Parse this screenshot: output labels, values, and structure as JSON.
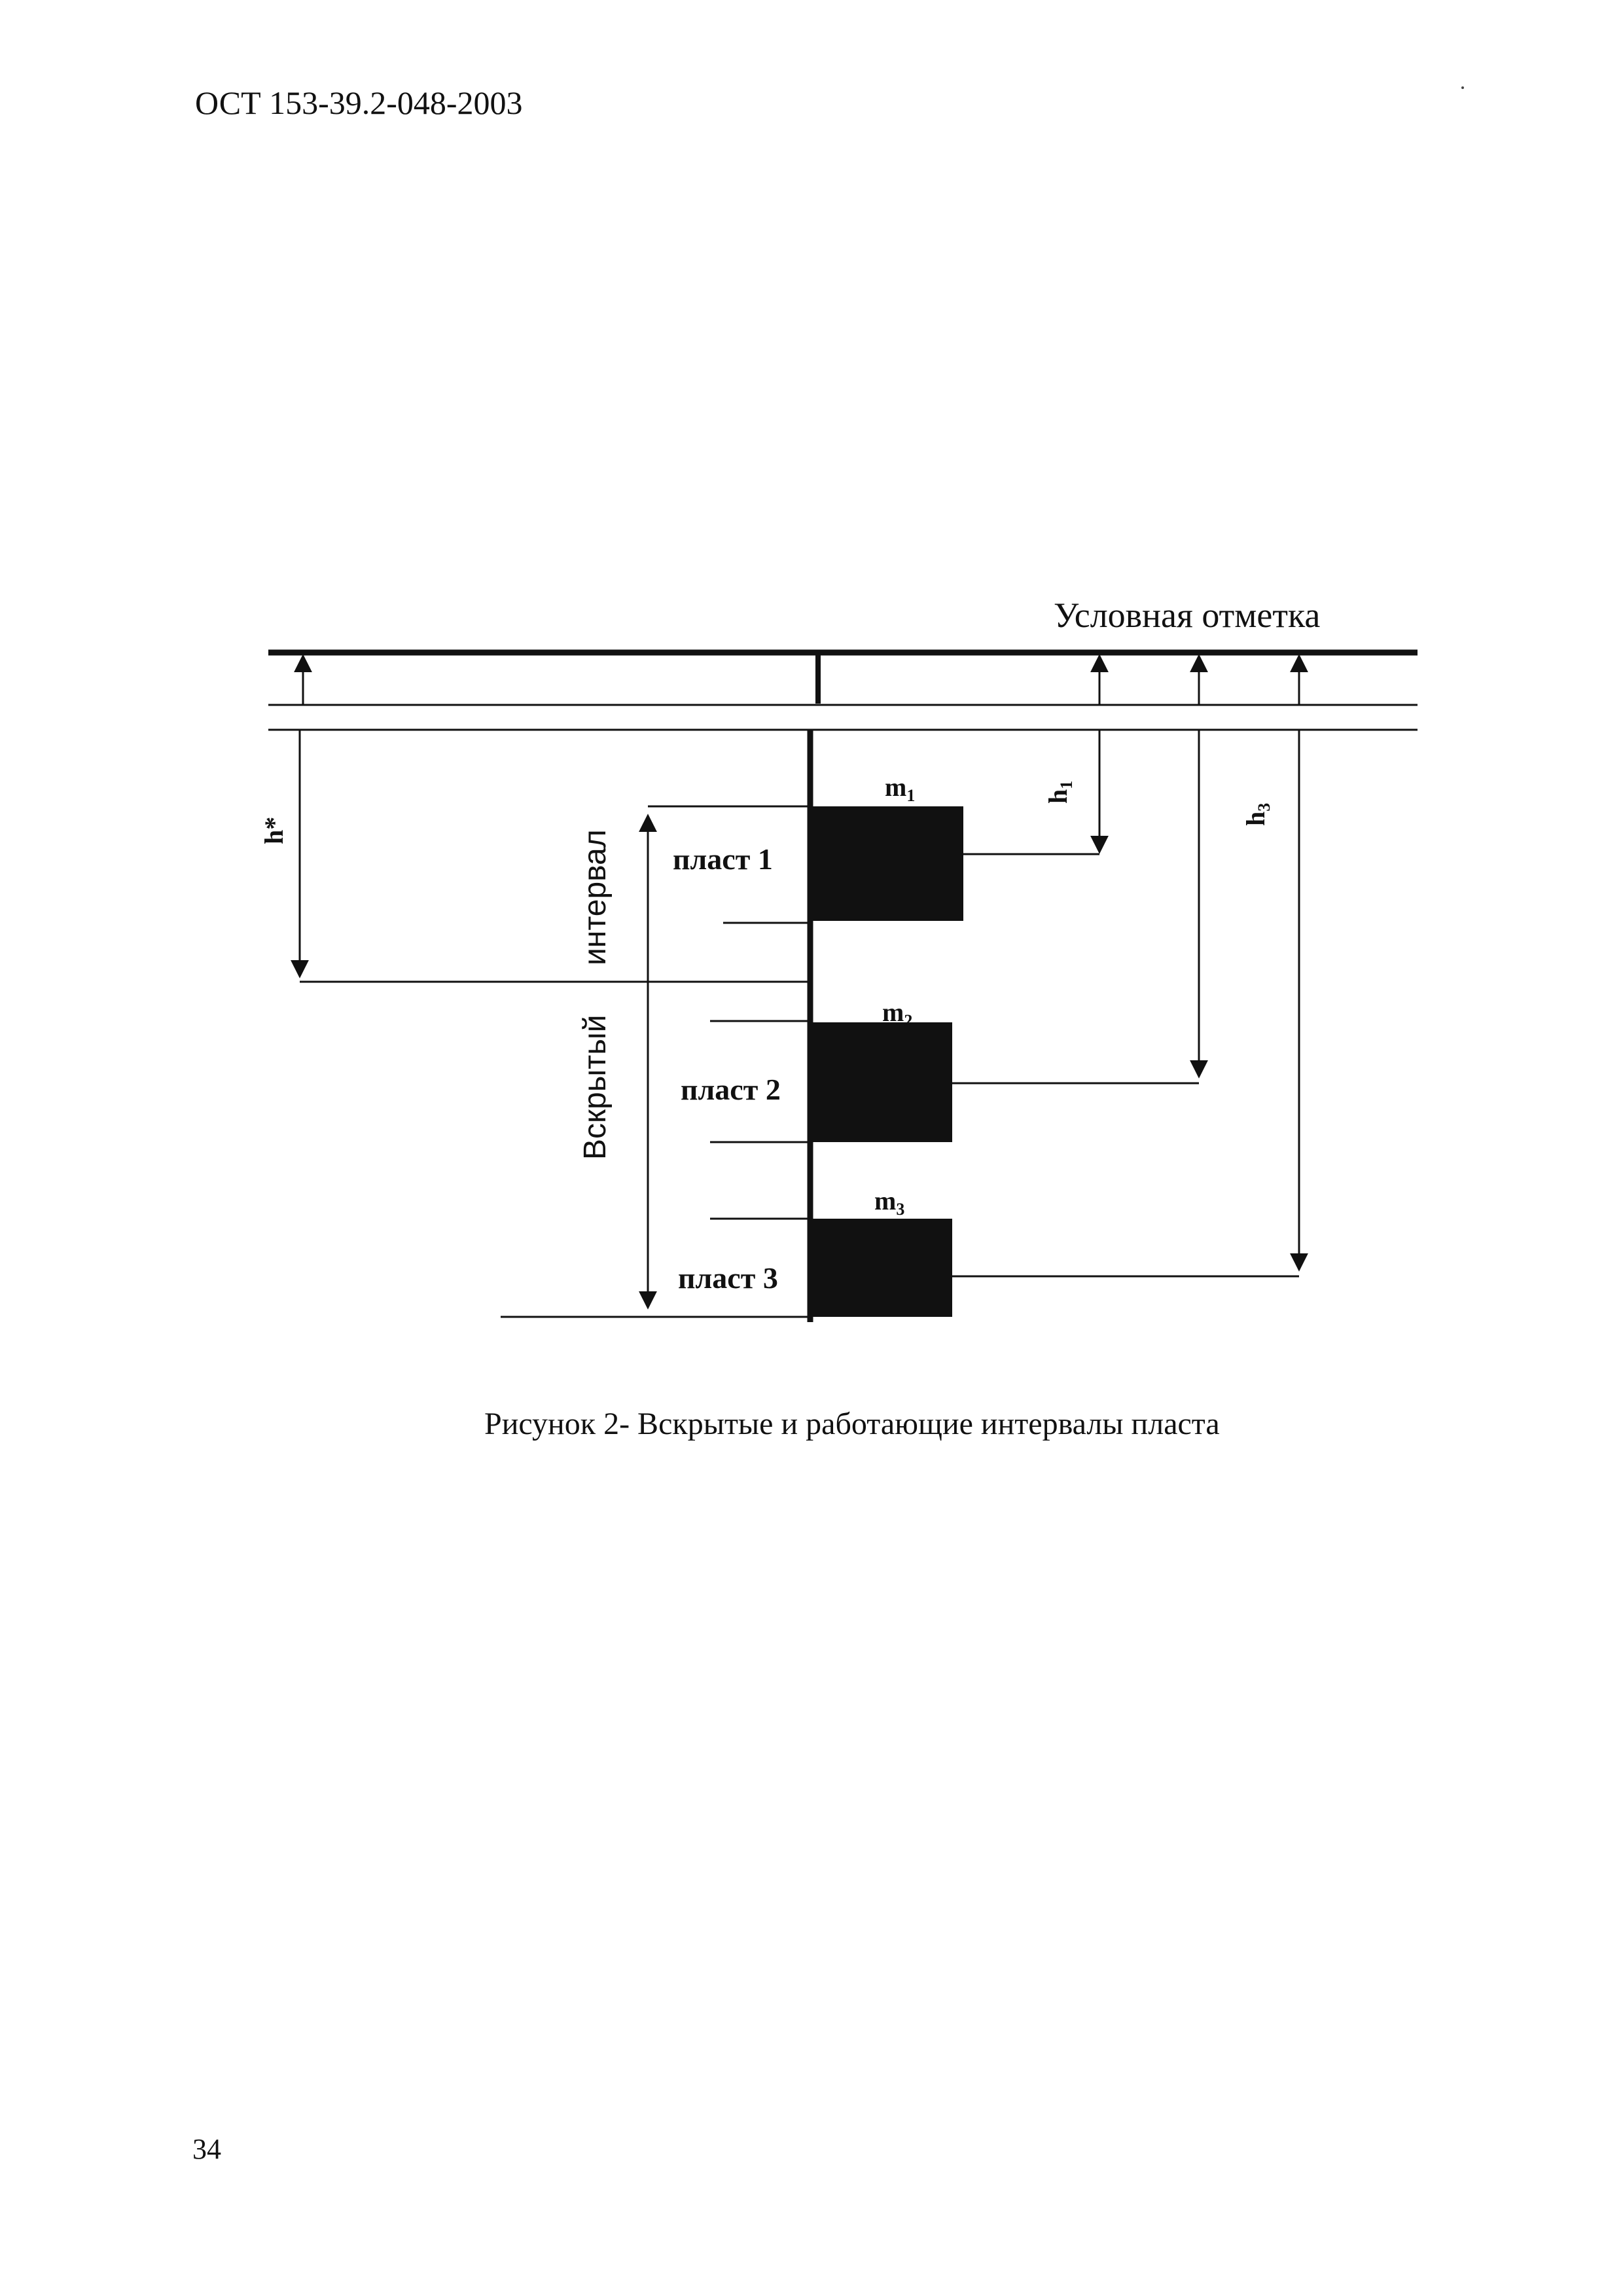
{
  "header": "ОСТ 153-39.2-048-2003",
  "figure": {
    "reference_label": "Условная отметка",
    "h_star": "h*",
    "h1": {
      "base": "h",
      "sub": "1"
    },
    "h3": {
      "base": "h",
      "sub": "3"
    },
    "m1": {
      "base": "m",
      "sub": "1"
    },
    "m2": {
      "base": "m",
      "sub": "2"
    },
    "m3": {
      "base": "m",
      "sub": "3"
    },
    "layer1": "пласт 1",
    "layer2": "пласт 2",
    "layer3": "пласт 3",
    "opened_interval_word1": "Вскрытый",
    "opened_interval_word2": "интервал"
  },
  "caption": "Рисунок 2- Вскрытые и работающие интервалы пласта",
  "page_number": "34"
}
